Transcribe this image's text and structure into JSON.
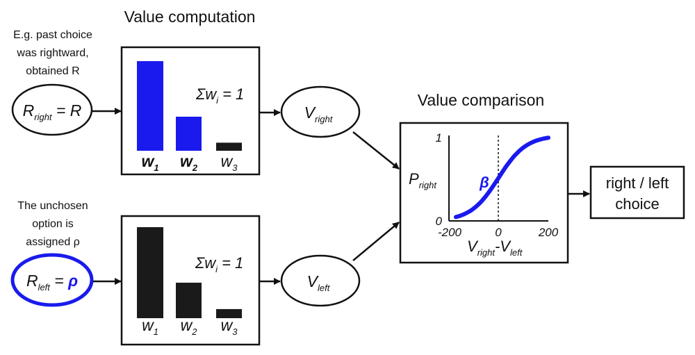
{
  "colors": {
    "accent": "#1a1aee",
    "dark": "#1a1a1a",
    "line": "#111111"
  },
  "titles": {
    "value_computation": "Value computation",
    "value_comparison": "Value comparison"
  },
  "top_note": {
    "line1": "E.g. past choice",
    "line2": "was rightward,",
    "line3": "obtained R"
  },
  "bottom_note": {
    "line1": "The unchosen",
    "line2": "option is",
    "line3": "assigned ρ"
  },
  "r_right": {
    "R": "R",
    "sub": "right",
    "rhs": " = R"
  },
  "r_left": {
    "R": "R",
    "sub": "left",
    "eq": " = ",
    "rho": "ρ"
  },
  "top_box": {
    "sum_label": "Σw",
    "sum_sub": "i",
    "sum_rhs": " = 1",
    "bars": [
      {
        "w": "w",
        "sub": "1",
        "level": 1.0,
        "highlighted": true
      },
      {
        "w": "w",
        "sub": "2",
        "level": 0.38,
        "highlighted": true
      },
      {
        "w": "w",
        "sub": "3",
        "level": 0.09,
        "highlighted": false
      }
    ]
  },
  "bottom_box": {
    "sum_label": "Σw",
    "sum_sub": "i",
    "sum_rhs": " = 1",
    "bars": [
      {
        "w": "w",
        "sub": "1",
        "level": 1.0,
        "highlighted": false
      },
      {
        "w": "w",
        "sub": "2",
        "level": 0.39,
        "highlighted": false
      },
      {
        "w": "w",
        "sub": "3",
        "level": 0.1,
        "highlighted": false
      }
    ]
  },
  "v_right": {
    "V": "V",
    "sub": "right"
  },
  "v_left": {
    "V": "V",
    "sub": "left"
  },
  "psych": {
    "ylabel_P": "P",
    "ylabel_sub": "right",
    "y_top": "1",
    "y_bottom": "0",
    "x_ticks": [
      "-200",
      "0",
      "200"
    ],
    "xlabel_V1": "V",
    "xlabel_sub1": "right",
    "xlabel_dash": "-V",
    "xlabel_sub2": "left",
    "beta": "β"
  },
  "choice": {
    "line1": "right / left",
    "line2": "choice"
  }
}
